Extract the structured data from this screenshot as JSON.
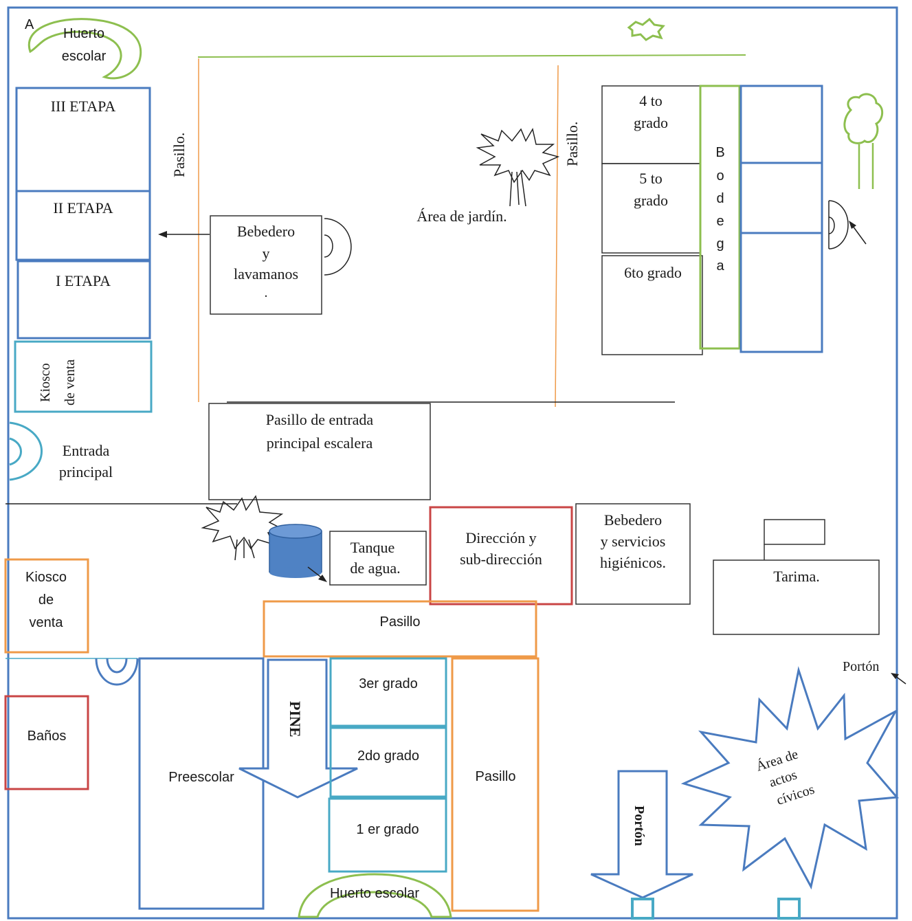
{
  "colors": {
    "blue": "#4a7bbf",
    "teal": "#48a9c5",
    "green": "#8dbf4f",
    "orange": "#ef9a48",
    "red": "#c94545",
    "black": "#222222",
    "tank": "#4f82c4"
  },
  "corner_letter": "A",
  "huerto_top": {
    "line1": "Huerto",
    "line2": "escolar"
  },
  "huerto_bottom": "Huerto escolar",
  "etapas": [
    "III ETAPA",
    "II ETAPA",
    "I ETAPA"
  ],
  "kiosco_left_top": {
    "line1": "Kiosco",
    "line2": "de venta"
  },
  "pasillo_left": "Pasillo.",
  "pasillo_mid": "Pasillo.",
  "bebedero_lavamanos": {
    "line1": "Bebedero",
    "line2": "y",
    "line3": "lavamanos",
    "line4": "."
  },
  "area_jardin": "Área de jardín.",
  "grados_right": [
    {
      "line1": "4 to",
      "line2": "grado"
    },
    {
      "line1": "5 to",
      "line2": "grado"
    },
    {
      "line1": "6to grado",
      "line2": ""
    }
  ],
  "bodega_letters": [
    "B",
    "o",
    "d",
    "e",
    "g",
    "a"
  ],
  "entrada_escalera": {
    "line1": "Pasillo de entrada",
    "line2": "principal escalera"
  },
  "entrada_principal": {
    "line1": "Entrada",
    "line2": "principal"
  },
  "tanque": {
    "line1": "Tanque",
    "line2": "de agua."
  },
  "direccion": {
    "line1": "Dirección y",
    "line2": "sub-dirección"
  },
  "bebedero_servicios": {
    "line1": "Bebedero",
    "line2": "y servicios",
    "line3": "higiénicos."
  },
  "tarima": "Tarima.",
  "kiosco_left_bottom": {
    "line1": "Kiosco",
    "line2": "de",
    "line3": "venta"
  },
  "pasillo_horizontal": "Pasillo",
  "banos": "Baños",
  "preescolar": "Preescolar",
  "pine": "PINE",
  "grados_bottom": [
    "3er grado",
    "2do grado",
    "1 er grado"
  ],
  "pasillo_vertical": "Pasillo",
  "porton_right": "Portón",
  "porton_arrow": "Portón",
  "area_actos": {
    "line1": "Área de",
    "line2": "actos",
    "line3": "cívicos"
  }
}
